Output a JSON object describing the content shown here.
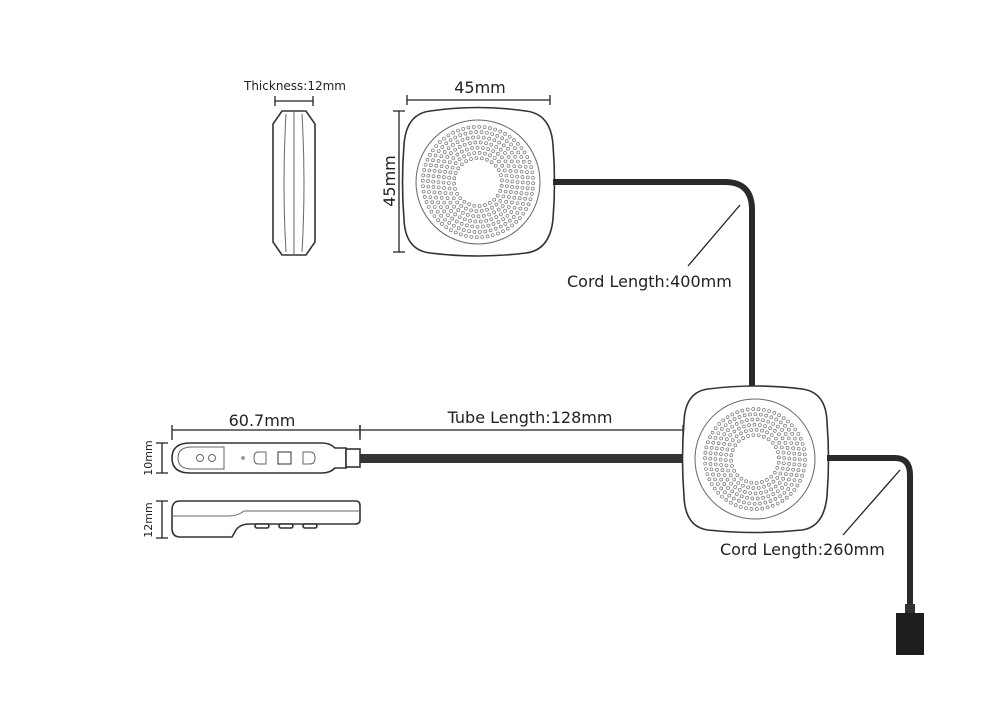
{
  "labels": {
    "thickness": "Thickness:12mm",
    "speaker_width": "45mm",
    "speaker_height": "45mm",
    "cord_length_1": "Cord Length:400mm",
    "tube_length": "Tube Length:128mm",
    "remote_length": "60.7mm",
    "remote_width": "10mm",
    "remote_thickness": "12mm",
    "cord_length_2": "Cord Length:260mm"
  },
  "colors": {
    "line": "#222222",
    "cable": "#2a2a2a"
  }
}
